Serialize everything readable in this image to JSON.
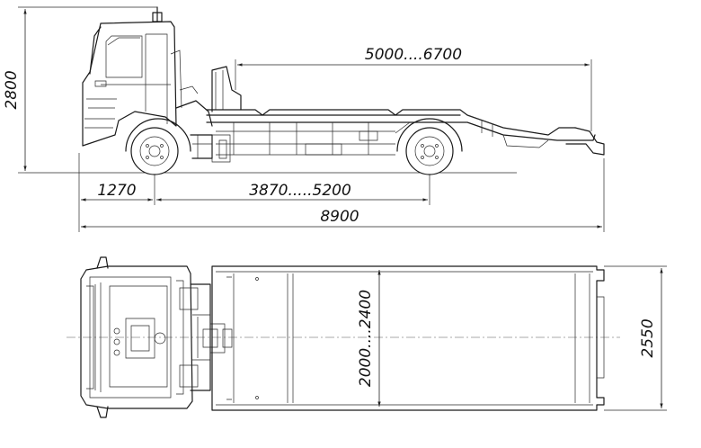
{
  "dimensions": {
    "overall_height": "2800",
    "platform_length": "5000....6700",
    "front_overhang": "1270",
    "wheelbase": "3870.....5200",
    "overall_length": "8900",
    "platform_width": "2000....2400",
    "overall_width": "2550"
  }
}
